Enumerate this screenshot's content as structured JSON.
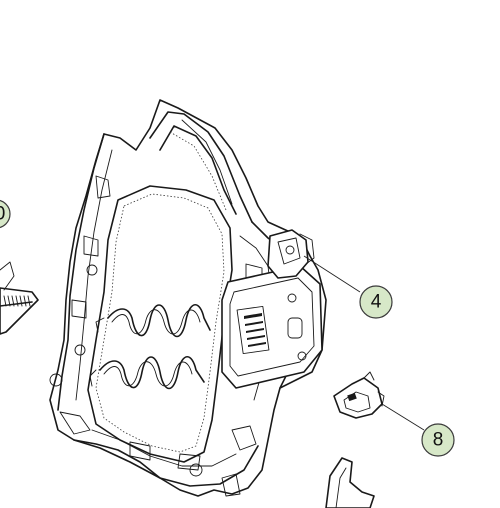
{
  "colors": {
    "callout_fill": "#d7e8c8",
    "callout_stroke": "#3a3a3a",
    "line": "#1a1a1a",
    "background": "#ffffff"
  },
  "callouts": [
    {
      "id": "callout-4",
      "label": "4"
    },
    {
      "id": "callout-8",
      "label": "8"
    },
    {
      "id": "callout-edge",
      "label": "0"
    }
  ]
}
